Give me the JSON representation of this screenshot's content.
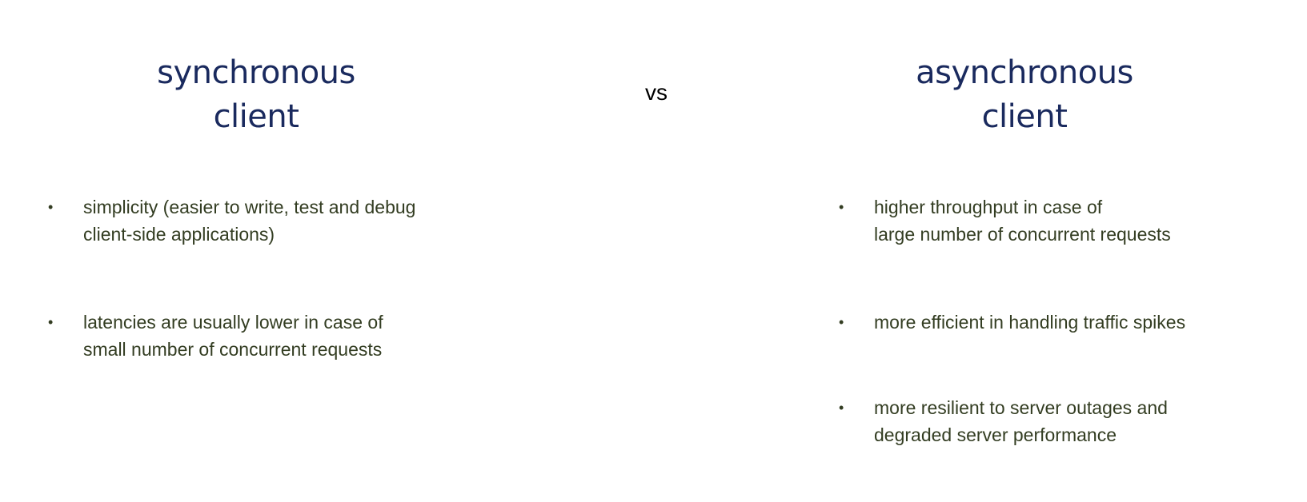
{
  "vs_label": "vs",
  "left": {
    "heading_line1": "synchronous",
    "heading_line2": "client",
    "bullets": [
      {
        "line1": "simplicity (easier to write, test and debug",
        "line2": "client-side applications)"
      },
      {
        "line1": "latencies are usually lower in case of",
        "line2": "small number of concurrent requests"
      }
    ]
  },
  "right": {
    "heading_line1": "asynchronous",
    "heading_line2": "client",
    "bullets": [
      {
        "line1": "higher throughput in case of",
        "line2": "large number of concurrent requests"
      },
      {
        "line1": "more efficient in handling traffic spikes",
        "line2": ""
      },
      {
        "line1": "more resilient to server outages and",
        "line2": "degraded server performance"
      }
    ]
  },
  "bullet_glyph": "•",
  "colors": {
    "heading": "#1a2a5e",
    "bullet_text": "#333d22",
    "background": "#ffffff"
  }
}
